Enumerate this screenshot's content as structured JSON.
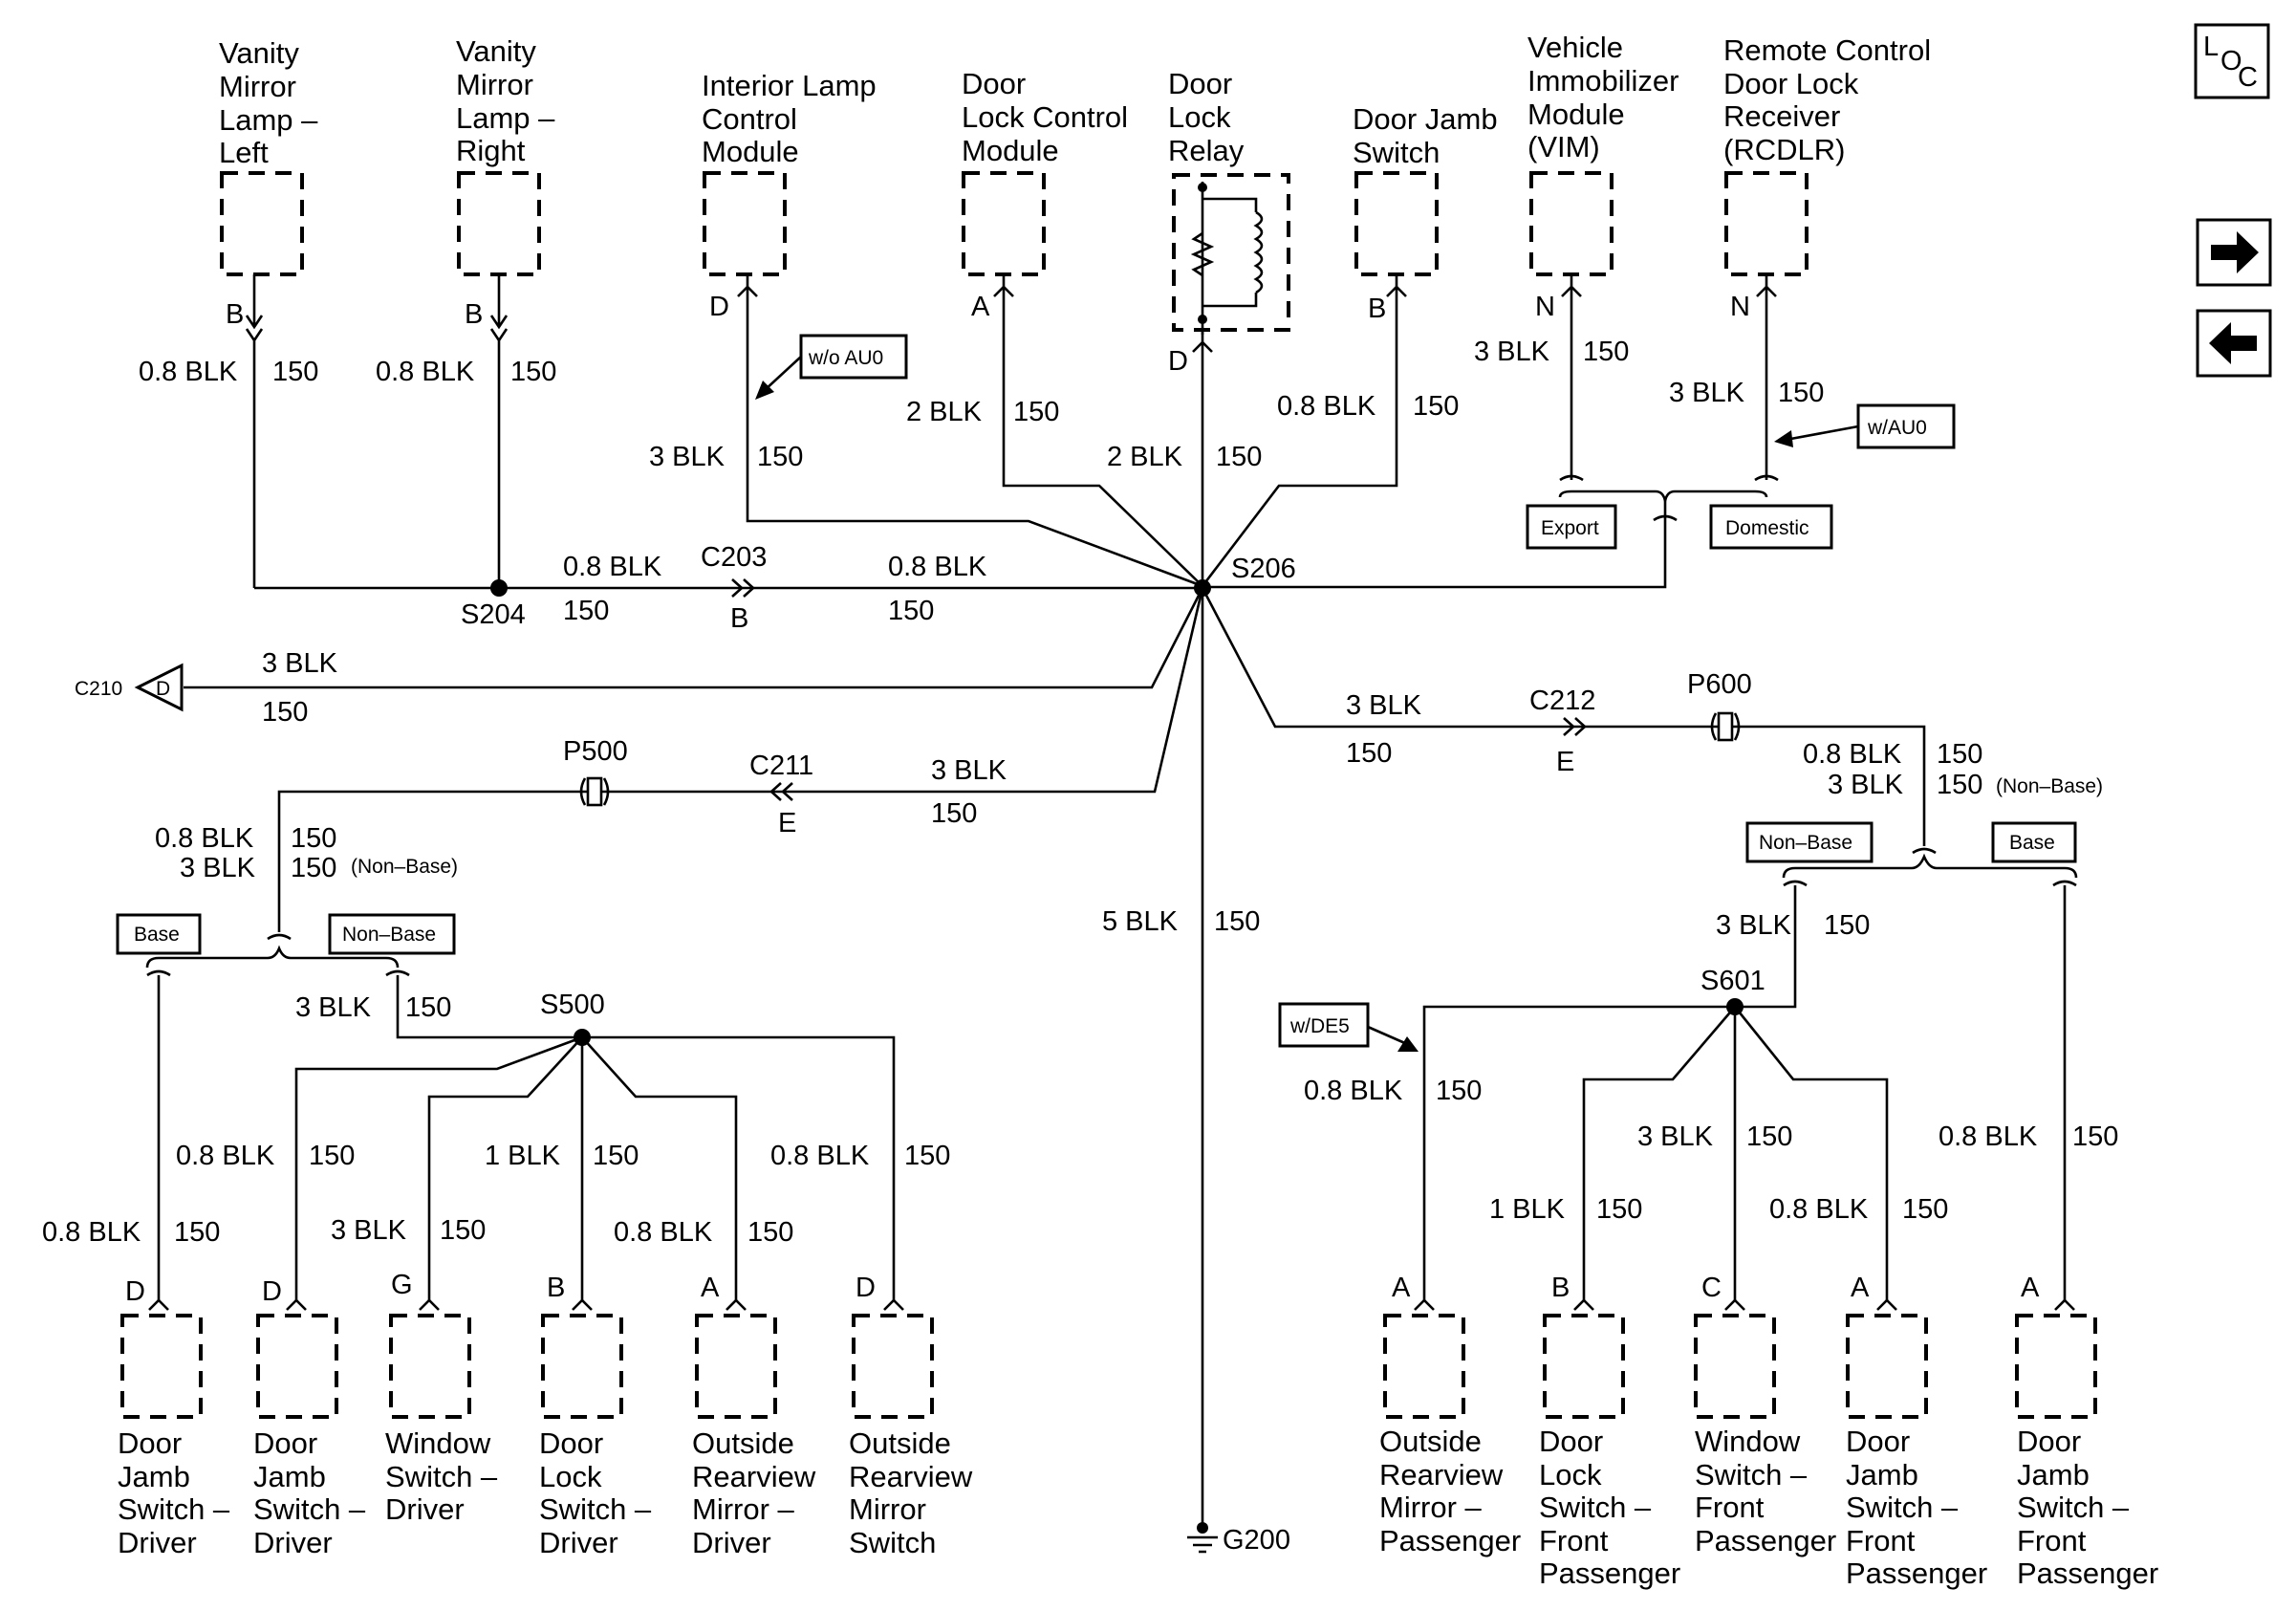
{
  "nav": {
    "loc": {
      "l": "L",
      "o": "O",
      "c": "C"
    }
  },
  "top_components": {
    "vanity_left": [
      "Vanity",
      "Mirror",
      "Lamp –",
      "Left"
    ],
    "vanity_right": [
      "Vanity",
      "Mirror",
      "Lamp –",
      "Right"
    ],
    "interior_lamp": [
      "Interior Lamp",
      "Control",
      "Module"
    ],
    "door_lock_ctrl": [
      "Door",
      "Lock Control",
      "Module"
    ],
    "door_lock_relay": [
      "Door",
      "Lock",
      "Relay"
    ],
    "door_jamb_top": [
      "Door Jamb",
      "Switch"
    ],
    "vim": [
      "Vehicle",
      "Immobilizer",
      "Module",
      "(VIM)"
    ],
    "rcdlr": [
      "Remote Control",
      "Door Lock",
      "Receiver",
      "(RCDLR)"
    ]
  },
  "bottom_left_components": {
    "door_jamb_driver_1": [
      "Door",
      "Jamb",
      "Switch –",
      "Driver"
    ],
    "door_jamb_driver_2": [
      "Door",
      "Jamb",
      "Switch –",
      "Driver"
    ],
    "window_switch_driver": [
      "Window",
      "Switch –",
      "Driver"
    ],
    "door_lock_switch_driver": [
      "Door",
      "Lock",
      "Switch –",
      "Driver"
    ],
    "outside_mirror_driver": [
      "Outside",
      "Rearview",
      "Mirror –",
      "Driver"
    ],
    "outside_mirror_switch": [
      "Outside",
      "Rearview",
      "Mirror",
      "Switch"
    ]
  },
  "bottom_right_components": {
    "outside_mirror_pass": [
      "Outside",
      "Rearview",
      "Mirror –",
      "Passenger"
    ],
    "door_lock_switch_pass": [
      "Door",
      "Lock",
      "Switch –",
      "Front",
      "Passenger"
    ],
    "window_switch_pass": [
      "Window",
      "Switch –",
      "Front",
      "Passenger"
    ],
    "door_jamb_pass_1": [
      "Door",
      "Jamb",
      "Switch –",
      "Front",
      "Passenger"
    ],
    "door_jamb_pass_2": [
      "Door",
      "Jamb",
      "Switch –",
      "Front",
      "Passenger"
    ]
  },
  "pins": {
    "vl": "B",
    "vr": "B",
    "il": "D",
    "dlc": "A",
    "dlr": "D",
    "dj": "B",
    "vim": "N",
    "rcdlr": "N",
    "b1": "D",
    "b2": "D",
    "b3": "G",
    "b4": "B",
    "b5": "A",
    "b6": "D",
    "r1": "A",
    "r2": "B",
    "r3": "C",
    "r4": "A",
    "r5": "A",
    "c203": "B",
    "c211": "E",
    "c212": "E",
    "c210": "D"
  },
  "wires": {
    "w_vl": [
      "0.8 BLK",
      "150"
    ],
    "w_vr": [
      "0.8 BLK",
      "150"
    ],
    "w_il": [
      "3 BLK",
      "150"
    ],
    "w_dlc": [
      "2 BLK",
      "150"
    ],
    "w_dlr": [
      "2 BLK",
      "150"
    ],
    "w_dj": [
      "0.8 BLK",
      "150"
    ],
    "w_vim": [
      "3 BLK",
      "150"
    ],
    "w_rcdlr": [
      "3 BLK",
      "150"
    ],
    "w_s204_c203": [
      "0.8 BLK",
      "150"
    ],
    "w_c203_s206": [
      "0.8 BLK",
      "150"
    ],
    "w_c210": [
      "3 BLK",
      "150"
    ],
    "w_c211": [
      "3 BLK",
      "150"
    ],
    "w_c212": [
      "3 BLK",
      "150"
    ],
    "w_g200": [
      "5 BLK",
      "150"
    ],
    "w_left_trunk_a": [
      "0.8 BLK",
      "150"
    ],
    "w_left_trunk_b": [
      "3 BLK",
      "150"
    ],
    "w_right_trunk_a": [
      "0.8 BLK",
      "150"
    ],
    "w_right_trunk_b": [
      "3 BLK",
      "150"
    ],
    "w_s500_feed": [
      "3 BLK",
      "150"
    ],
    "w_s601_feed": [
      "3 BLK",
      "150"
    ],
    "w_b1": [
      "0.8 BLK",
      "150"
    ],
    "w_b2": [
      "0.8 BLK",
      "150"
    ],
    "w_b3": [
      "3 BLK",
      "150"
    ],
    "w_b4": [
      "1 BLK",
      "150"
    ],
    "w_b5": [
      "0.8 BLK",
      "150"
    ],
    "w_b6": [
      "0.8 BLK",
      "150"
    ],
    "w_r1": [
      "0.8 BLK",
      "150"
    ],
    "w_r2": [
      "1 BLK",
      "150"
    ],
    "w_r3": [
      "3 BLK",
      "150"
    ],
    "w_r4": [
      "0.8 BLK",
      "150"
    ],
    "w_r5": [
      "0.8 BLK",
      "150"
    ]
  },
  "non_base_note": "(Non–Base)",
  "splices": {
    "s204": "S204",
    "s206": "S206",
    "s500": "S500",
    "s601": "S601"
  },
  "connectors": {
    "c203": "C203",
    "c210": "C210",
    "c211": "C211",
    "c212": "C212",
    "p500": "P500",
    "p600": "P600"
  },
  "ground": "G200",
  "options": {
    "wo_au0": "w/o AU0",
    "w_au0": "w/AU0",
    "export": "Export",
    "domestic": "Domestic",
    "base": "Base",
    "non_base": "Non–Base",
    "w_de5": "w/DE5"
  }
}
